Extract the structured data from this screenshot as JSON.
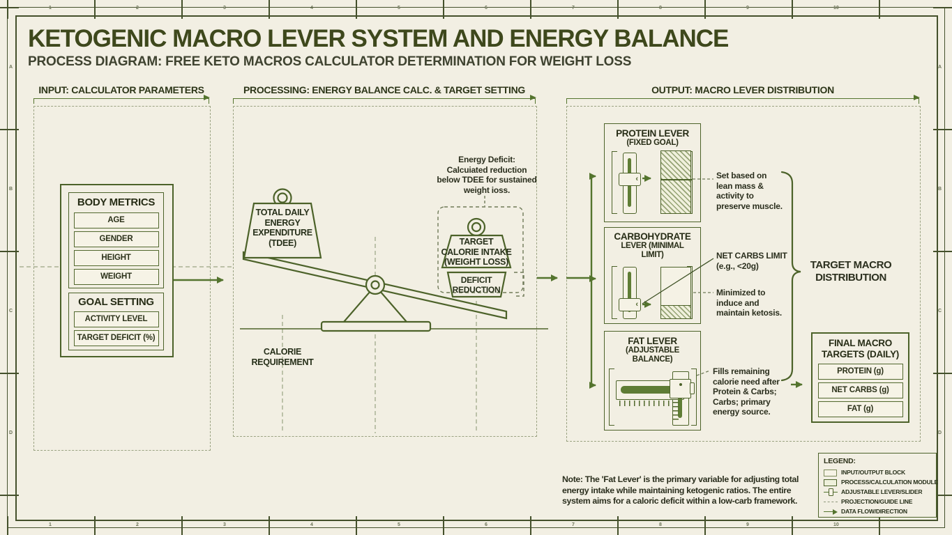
{
  "title": "KETOGENIC MACRO LEVER SYSTEM AND ENERGY BALANCE",
  "subtitle": "PROCESS DIAGRAM: FREE KETO MACROS CALCULATOR DETERMINATION FOR WEIGHT LOSS",
  "sections": {
    "input": {
      "header": "INPUT: CALCULATOR PARAMETERS",
      "body_metrics": {
        "title": "BODY METRICS",
        "fields": [
          "AGE",
          "GENDER",
          "HEIGHT",
          "WEIGHT"
        ]
      },
      "goal_setting": {
        "title": "GOAL SETTING",
        "fields": [
          "ACTIVITY LEVEL",
          "TARGET DEFICIT (%)"
        ]
      }
    },
    "processing": {
      "header": "PROCESSING: ENERGY BALANCE CALC. & TARGET SETTING",
      "tdee_weight": "TOTAL DAILY\nENERGY\nEXPENDITURE\n(TDEE)",
      "target_weight": "TARGET\nCALORIE INTAKE\n(WEIGHT LOSS)",
      "deficit_weight": "DEFICIT\nREDUCTION",
      "calorie_requirement": "CALORIE\nREQUIREMENT",
      "energy_deficit_note": "Energy Deficit:\nCalcuiated reduction\nbelow TDEE for sustained\nweight ioss."
    },
    "output": {
      "header": "OUTPUT: MACRO LEVER DISTRIBUTION",
      "levers": [
        {
          "title": "PROTEIN LEVER",
          "subtitle": "(FIXED GOAL)",
          "annotation": "Set based on\nlean mass &\nactivity to\npreserve muscle."
        },
        {
          "title": "CARBOHYDRATE",
          "subtitle": "LEVER (MINIMAL\nLIMIT)",
          "callout": "NET CARBS LIMIT\n(e.g., <20g)",
          "annotation": "Minimized to\ninduce and\nmaintain ketosis."
        },
        {
          "title": "FAT LEVER",
          "subtitle": "(ADJUSTABLE\nBALANCE)",
          "annotation": "Fills remaining\ncalorie need after\nProtein & Carbs;\nCarbs; primary\nenergy source."
        }
      ],
      "target_macro": "TARGET MACRO\nDISTRIBUTION",
      "final_box": {
        "title": "FINAL MACRO\nTARGETS (DAILY)",
        "rows": [
          "PROTEIN (g)",
          "NET CARBS (g)",
          "FAT (g)"
        ]
      }
    }
  },
  "note": "Note: The 'Fat Lever' is the primary variable for adjusting total\nenergy intake while maintaining ketogenic ratios. The entire\nsystem aims for a caloric deficit within a low-carb framework.",
  "legend": {
    "title": "LEGEND:",
    "items": [
      {
        "icon": "io-block-symbol",
        "label": "INPUT/OUTPUT BLOCK"
      },
      {
        "icon": "process-module-symbol",
        "label": "PROCESS/CALCULATION MODULE"
      },
      {
        "icon": "lever-slider-symbol",
        "label": "ADJUSTABLE LEVER/SLIDER"
      },
      {
        "icon": "guide-line-symbol",
        "label": "PROJECTION/GUIDE LINE"
      },
      {
        "icon": "data-flow-symbol",
        "label": "DATA FLOW/DIRECTION"
      }
    ]
  },
  "frame": {
    "top_numbers": [
      "1",
      "2",
      "3",
      "4",
      "5",
      "6",
      "7",
      "8",
      "9",
      "10"
    ],
    "side_letters": [
      "A",
      "B",
      "C",
      "D"
    ]
  },
  "colors": {
    "background": "#f2efe3",
    "line_green": "#4c6229",
    "arrow_green": "#54742e",
    "text_dark": "#2b2f1e",
    "title_green": "#3e481c",
    "dashed_guide": "#9aa383"
  }
}
